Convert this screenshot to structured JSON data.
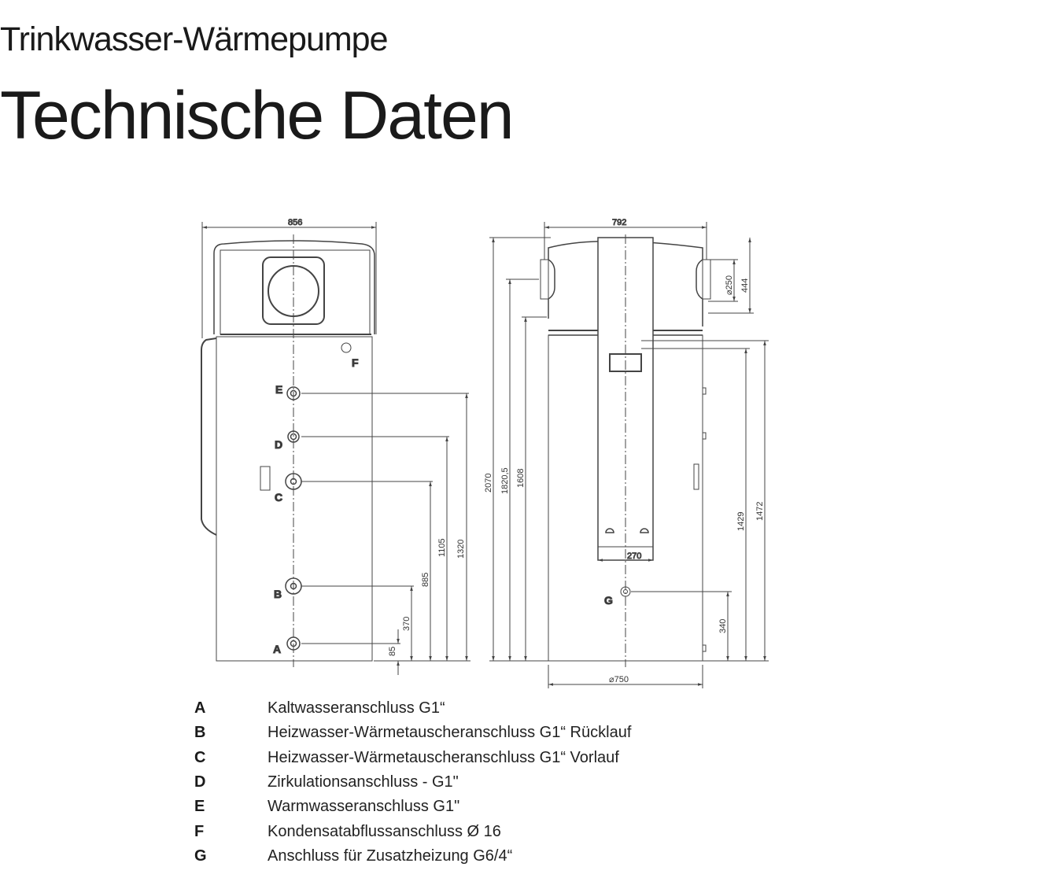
{
  "header": {
    "subtitle": "Trinkwasser-Wärmepumpe",
    "title": "Technische Daten"
  },
  "drawing": {
    "front": {
      "width": "856",
      "dims": [
        "85",
        "370",
        "885",
        "1105",
        "1320"
      ],
      "labels": [
        "A",
        "B",
        "C",
        "D",
        "E",
        "F"
      ]
    },
    "side": {
      "width": "792",
      "heights": [
        "2070",
        "1820,5",
        "1608"
      ],
      "right_dims": [
        "⌀250",
        "444",
        "1429",
        "1472",
        "340"
      ],
      "column_width": "270",
      "diameter": "⌀750",
      "label": "G"
    }
  },
  "legend": [
    {
      "key": "A",
      "text": "Kaltwasseranschluss G1“"
    },
    {
      "key": "B",
      "text": "Heizwasser-Wärmetauscheranschluss G1“ Rücklauf"
    },
    {
      "key": "C",
      "text": "Heizwasser-Wärmetauscheranschluss G1“ Vorlauf"
    },
    {
      "key": "D",
      "text": "Zirkulationsanschluss - G1\""
    },
    {
      "key": "E",
      "text": "Warmwasseranschluss G1\""
    },
    {
      "key": "F",
      "text": "Kondensatabflussanschluss Ø 16"
    },
    {
      "key": "G",
      "text": "Anschluss für Zusatzheizung G6/4“"
    }
  ]
}
